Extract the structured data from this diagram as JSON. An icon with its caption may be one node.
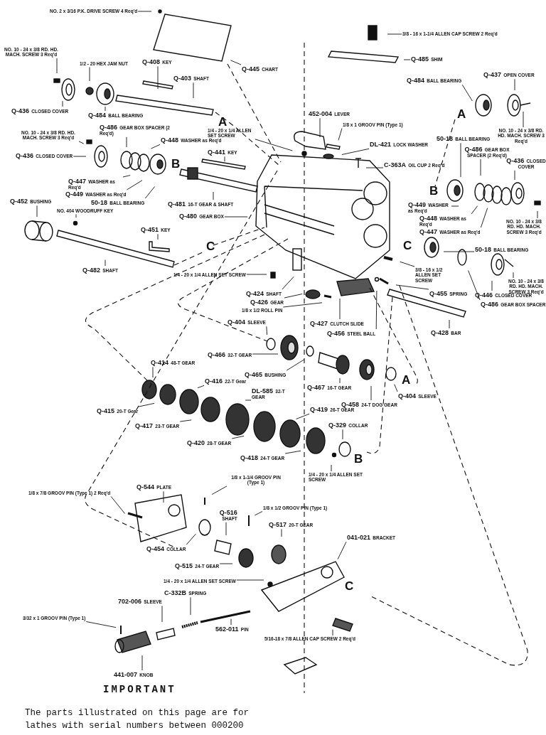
{
  "diagram": {
    "nodes": [
      {
        "text": [
          "NO. 2 x 3/16 P.K. DRIVE SCREW 4 Req'd"
        ]
      },
      {
        "text": [
          "NO. 10 - 24 x 3/8 RD. HD. MACH. SCREW 3 Req'd"
        ]
      },
      {
        "text": [
          "1/2 - 20 HEX JAM NUT"
        ]
      },
      {
        "text": [
          "Q-408",
          "KEY"
        ]
      },
      {
        "text": [
          "Q-403",
          "SHAFT"
        ]
      },
      {
        "text": [
          "Q-445",
          "CHART"
        ]
      },
      {
        "text": [
          "Q-436",
          "CLOSED COVER"
        ]
      },
      {
        "text": [
          "Q-484",
          "BALL BEARING"
        ]
      },
      {
        "text": [
          "NO. 10 - 24 x 3/8 RD. HD. MACH. SCREW 3 Req'd"
        ]
      },
      {
        "text": [
          "Q-486",
          "GEAR BOX SPACER (2 Req'd)"
        ]
      },
      {
        "text": [
          "Q-448",
          "WASHER as Req'd"
        ]
      },
      {
        "text": [
          "Q-436",
          "CLOSED COVER"
        ]
      },
      {
        "text": [
          "Q-441",
          "KEY"
        ]
      },
      {
        "text": [
          "Q-447",
          "WASHER as Req'd"
        ]
      },
      {
        "text": [
          "Q-449",
          "WASHER as Req'd"
        ]
      },
      {
        "text": [
          "50-18",
          "BALL BEARING"
        ]
      },
      {
        "text": [
          "Q-452",
          "BUSHING"
        ]
      },
      {
        "text": [
          "Q-481",
          "16-T GEAR & SHAFT"
        ]
      },
      {
        "text": [
          "Q-480",
          "GEAR BOX"
        ]
      },
      {
        "text": [
          "NO. 404 WOODRUFF KEY"
        ]
      },
      {
        "text": [
          "Q-451",
          "KEY"
        ]
      },
      {
        "text": [
          "Q-482",
          "SHAFT"
        ]
      },
      {
        "text": [
          "1/4 - 20 x 1/4 ALLEN SET SCREW"
        ]
      },
      {
        "text": [
          "3/8 - 16 x 1-1/4 ALLEN CAP SCREW 2 Req'd"
        ]
      },
      {
        "text": [
          "Q-485",
          "SHIM"
        ]
      },
      {
        "text": [
          "Q-484",
          "BALL BEARING"
        ]
      },
      {
        "text": [
          "Q-437",
          "OPEN COVER"
        ]
      },
      {
        "text": [
          "452-004",
          "LEVER"
        ]
      },
      {
        "text": [
          "1/8 x 1 GROOV PIN (Type 1)"
        ]
      },
      {
        "text": [
          "NO. 10 - 24 x 3/8 RD. HD. MACH. SCREW 3 Req'd"
        ]
      },
      {
        "text": [
          "50-18",
          "BALL BEARING"
        ]
      },
      {
        "text": [
          "Q-486",
          "GEAR BOX SPACER (2 Req'd)"
        ]
      },
      {
        "text": [
          "Q-436",
          "CLOSED COVER"
        ]
      },
      {
        "text": [
          "DL-421",
          "LOCK WASHER"
        ]
      },
      {
        "text": [
          "C-363A",
          "OIL CUP 2 Req'd"
        ]
      },
      {
        "text": [
          "Q-449",
          "WASHER as Req'd"
        ]
      },
      {
        "text": [
          "Q-448",
          "WASHER as Req'd"
        ]
      },
      {
        "text": [
          "Q-447",
          "WASHER as Req'd"
        ]
      },
      {
        "text": [
          "NO. 10 - 24 x 3/8 RD. HD. MACH. SCREW 3 Req'd"
        ]
      },
      {
        "text": [
          "50-18",
          "BALL BEARING"
        ]
      },
      {
        "text": [
          "3/8 - 16 x 1/2 ALLEN SET SCREW"
        ]
      },
      {
        "text": [
          "NO. 10 - 24 x 3/8 RD. HD. MACH. SCREW 3 Req'd"
        ]
      },
      {
        "text": [
          "Q-455",
          "SPRING"
        ]
      },
      {
        "text": [
          "Q-446",
          "CLOSED COVER"
        ]
      },
      {
        "text": [
          "Q-486",
          "GEAR BOX SPACER"
        ]
      },
      {
        "text": [
          "1/4 - 20 x 1/4 ALLEN SET SCREW"
        ]
      },
      {
        "text": [
          "Q-424",
          "SHAFT"
        ]
      },
      {
        "text": [
          "Q-426",
          "GEAR"
        ]
      },
      {
        "text": [
          "1/8 x 1/2 ROLL PIN"
        ]
      },
      {
        "text": [
          "Q-427",
          "CLUTCH SLIDE"
        ]
      },
      {
        "text": [
          "Q-456",
          "STEEL BALL"
        ]
      },
      {
        "text": [
          "Q-428",
          "BAR"
        ]
      },
      {
        "text": [
          "Q-404",
          "SLEEVE"
        ]
      },
      {
        "text": [
          "Q-466",
          "32-T GEAR"
        ]
      },
      {
        "text": [
          "Q-465",
          "BUSHING"
        ]
      },
      {
        "text": [
          "Q-467",
          "16-T GEAR"
        ]
      },
      {
        "text": [
          "Q-458",
          "24-T DOG GEAR"
        ]
      },
      {
        "text": [
          "Q-404",
          "SLEEVE"
        ]
      },
      {
        "text": [
          "Q-414",
          "48-T GEAR"
        ]
      },
      {
        "text": [
          "Q-416",
          "22-T Gear"
        ]
      },
      {
        "text": [
          "Q-415",
          "20-T Gear"
        ]
      },
      {
        "text": [
          "DL-585",
          "32-T GEAR"
        ]
      },
      {
        "text": [
          "Q-417",
          "23-T GEAR"
        ]
      },
      {
        "text": [
          "Q-419",
          "26-T GEAR"
        ]
      },
      {
        "text": [
          "Q-420",
          "28-T GEAR"
        ]
      },
      {
        "text": [
          "Q-329",
          "COLLAR"
        ]
      },
      {
        "text": [
          "Q-418",
          "24-T GEAR"
        ]
      },
      {
        "text": [
          "1/4 - 20 x 1/4 ALLEN SET SCREW"
        ]
      },
      {
        "text": [
          "1/8 x 7/8 GROOV PIN (Type 1) 2 Req'd"
        ]
      },
      {
        "text": [
          "Q-544",
          "PLATE"
        ]
      },
      {
        "text": [
          "1/8 x 1-1/4 GROOV PIN (Type 1)"
        ]
      },
      {
        "text": [
          "Q-516",
          "SHAFT"
        ]
      },
      {
        "text": [
          "1/8 x 1/2 GROOV PIN (Type 1)"
        ]
      },
      {
        "text": [
          "Q-517",
          "20-T GEAR"
        ]
      },
      {
        "text": [
          "041-021",
          "BRACKET"
        ]
      },
      {
        "text": [
          "Q-454",
          "COLLAR"
        ]
      },
      {
        "text": [
          "Q-515",
          "24-T GEAR"
        ]
      },
      {
        "text": [
          "1/4 - 20 x 1/4 ALLEN SET SCREW"
        ]
      },
      {
        "text": [
          "C-332B",
          "SPRING"
        ]
      },
      {
        "text": [
          "702-006",
          "SLEEVE"
        ]
      },
      {
        "text": [
          "3/32 x 1 GROOV PIN (Type 1)"
        ]
      },
      {
        "text": [
          "562-011",
          "PIN"
        ]
      },
      {
        "text": [
          "5/16-18 x 7/8 ALLEN CAP SCREW 2 Req'd"
        ]
      },
      {
        "text": [
          "441-007",
          "KNOB"
        ]
      }
    ],
    "edges": [
      {
        "from": 0,
        "to": null,
        "arrow": "none"
      },
      {
        "from": 1,
        "to": null,
        "arrow": "none"
      },
      {
        "from": 2,
        "to": null,
        "arrow": "none"
      },
      {
        "from": 3,
        "to": null,
        "arrow": "none"
      },
      {
        "from": 4,
        "to": null,
        "arrow": "none"
      },
      {
        "from": 5,
        "to": null,
        "arrow": "none"
      },
      {
        "from": 6,
        "to": null,
        "arrow": "none"
      },
      {
        "from": 7,
        "to": null,
        "arrow": "none"
      },
      {
        "from": 8,
        "to": null,
        "arrow": "none"
      },
      {
        "from": 9,
        "to": null,
        "arrow": "none"
      },
      {
        "from": 10,
        "to": null,
        "arrow": "none"
      },
      {
        "from": 11,
        "to": null,
        "arrow": "none"
      },
      {
        "from": 12,
        "to": null,
        "arrow": "none"
      },
      {
        "from": 13,
        "to": null,
        "arrow": "none"
      },
      {
        "from": 14,
        "to": null,
        "arrow": "none"
      },
      {
        "from": 15,
        "to": null,
        "arrow": "none"
      },
      {
        "from": 16,
        "to": null,
        "arrow": "none"
      },
      {
        "from": 17,
        "to": null,
        "arrow": "none"
      },
      {
        "from": 18,
        "to": null,
        "arrow": "none"
      },
      {
        "from": 19,
        "to": null,
        "arrow": "none"
      },
      {
        "from": 20,
        "to": null,
        "arrow": "none"
      },
      {
        "from": 21,
        "to": null,
        "arrow": "none"
      },
      {
        "from": 22,
        "to": null,
        "arrow": "none"
      },
      {
        "from": 23,
        "to": null,
        "arrow": "none"
      },
      {
        "from": 24,
        "to": null,
        "arrow": "none"
      },
      {
        "from": 25,
        "to": null,
        "arrow": "none"
      },
      {
        "from": 26,
        "to": null,
        "arrow": "none"
      },
      {
        "from": 27,
        "to": null,
        "arrow": "none"
      },
      {
        "from": 28,
        "to": null,
        "arrow": "none"
      },
      {
        "from": 29,
        "to": null,
        "arrow": "none"
      },
      {
        "from": 30,
        "to": null,
        "arrow": "none"
      },
      {
        "from": 31,
        "to": null,
        "arrow": "none"
      },
      {
        "from": 32,
        "to": null,
        "arrow": "none"
      },
      {
        "from": 33,
        "to": null,
        "arrow": "none"
      },
      {
        "from": 34,
        "to": null,
        "arrow": "none"
      },
      {
        "from": 35,
        "to": null,
        "arrow": "none"
      },
      {
        "from": 36,
        "to": null,
        "arrow": "none"
      },
      {
        "from": 37,
        "to": null,
        "arrow": "none"
      },
      {
        "from": 38,
        "to": null,
        "arrow": "none"
      },
      {
        "from": 39,
        "to": null,
        "arrow": "none"
      },
      {
        "from": 40,
        "to": null,
        "arrow": "none"
      },
      {
        "from": 41,
        "to": null,
        "arrow": "none"
      },
      {
        "from": 42,
        "to": null,
        "arrow": "none"
      },
      {
        "from": 43,
        "to": null,
        "arrow": "none"
      },
      {
        "from": 44,
        "to": null,
        "arrow": "none"
      },
      {
        "from": 45,
        "to": null,
        "arrow": "none"
      },
      {
        "from": 46,
        "to": null,
        "arrow": "none"
      },
      {
        "from": 47,
        "to": null,
        "arrow": "none"
      },
      {
        "from": 48,
        "to": null,
        "arrow": "none"
      },
      {
        "from": 49,
        "to": null,
        "arrow": "none"
      },
      {
        "from": 50,
        "to": null,
        "arrow": "none"
      },
      {
        "from": 51,
        "to": null,
        "arrow": "none"
      },
      {
        "from": 52,
        "to": null,
        "arrow": "none"
      },
      {
        "from": 53,
        "to": null,
        "arrow": "none"
      },
      {
        "from": 54,
        "to": null,
        "arrow": "none"
      },
      {
        "from": 55,
        "to": null,
        "arrow": "none"
      },
      {
        "from": 56,
        "to": null,
        "arrow": "none"
      },
      {
        "from": 57,
        "to": null,
        "arrow": "none"
      },
      {
        "from": 58,
        "to": null,
        "arrow": "none"
      },
      {
        "from": 59,
        "to": null,
        "arrow": "none"
      },
      {
        "from": 60,
        "to": null,
        "arrow": "none"
      },
      {
        "from": 61,
        "to": null,
        "arrow": "none"
      },
      {
        "from": 62,
        "to": null,
        "arrow": "none"
      },
      {
        "from": 63,
        "to": null,
        "arrow": "none"
      },
      {
        "from": 64,
        "to": null,
        "arrow": "none"
      },
      {
        "from": 65,
        "to": null,
        "arrow": "none"
      },
      {
        "from": 66,
        "to": null,
        "arrow": "none"
      },
      {
        "from": 67,
        "to": null,
        "arrow": "none"
      },
      {
        "from": 68,
        "to": null,
        "arrow": "none"
      },
      {
        "from": 69,
        "to": null,
        "arrow": "none"
      },
      {
        "from": 70,
        "to": null,
        "arrow": "none"
      },
      {
        "from": 71,
        "to": null,
        "arrow": "none"
      },
      {
        "from": 72,
        "to": null,
        "arrow": "none"
      },
      {
        "from": 73,
        "to": null,
        "arrow": "none"
      },
      {
        "from": 74,
        "to": null,
        "arrow": "none"
      },
      {
        "from": 75,
        "to": null,
        "arrow": "none"
      },
      {
        "from": 76,
        "to": null,
        "arrow": "none"
      },
      {
        "from": 77,
        "to": null,
        "arrow": "none"
      },
      {
        "from": 78,
        "to": null,
        "arrow": "none"
      },
      {
        "from": 79,
        "to": null,
        "arrow": "none"
      },
      {
        "from": 80,
        "to": null,
        "arrow": "none"
      },
      {
        "from": 81,
        "to": null,
        "arrow": "none"
      },
      {
        "from": 82,
        "to": null,
        "arrow": "none"
      },
      {
        "from": 83,
        "to": null,
        "arrow": "none"
      }
    ],
    "labels": [
      "A",
      "A",
      "B",
      "B",
      "C",
      "C",
      "A",
      "B",
      "C",
      "IMPORTANT",
      "The parts illustrated on this page are for lathes with serial numbers between 000200"
    ]
  }
}
